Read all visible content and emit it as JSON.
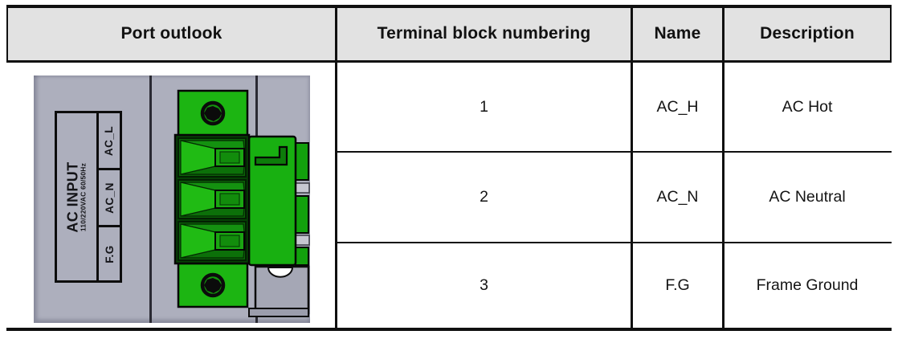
{
  "table": {
    "header": {
      "columns": [
        "Port outlook",
        "Terminal block numbering",
        "Name",
        "Description"
      ]
    },
    "rows": [
      {
        "number": "1",
        "name": "AC_H",
        "description": "AC Hot"
      },
      {
        "number": "2",
        "name": "AC_N",
        "description": "AC Neutral"
      },
      {
        "number": "3",
        "name": "F.G",
        "description": "Frame Ground"
      }
    ]
  },
  "port_image": {
    "label_title": "AC INPUT",
    "label_subtitle": "110/220VAC 60/50Hz",
    "pin_labels": [
      "AC_L",
      "AC_N",
      "F.G"
    ]
  },
  "colors": {
    "header_bg": "#e2e2e2",
    "border": "#101010",
    "panel_gray": "#adafbd",
    "connector_green_bright": "#1cb512",
    "connector_green_mid": "#128d0b",
    "connector_green_dark": "#0a5508"
  }
}
